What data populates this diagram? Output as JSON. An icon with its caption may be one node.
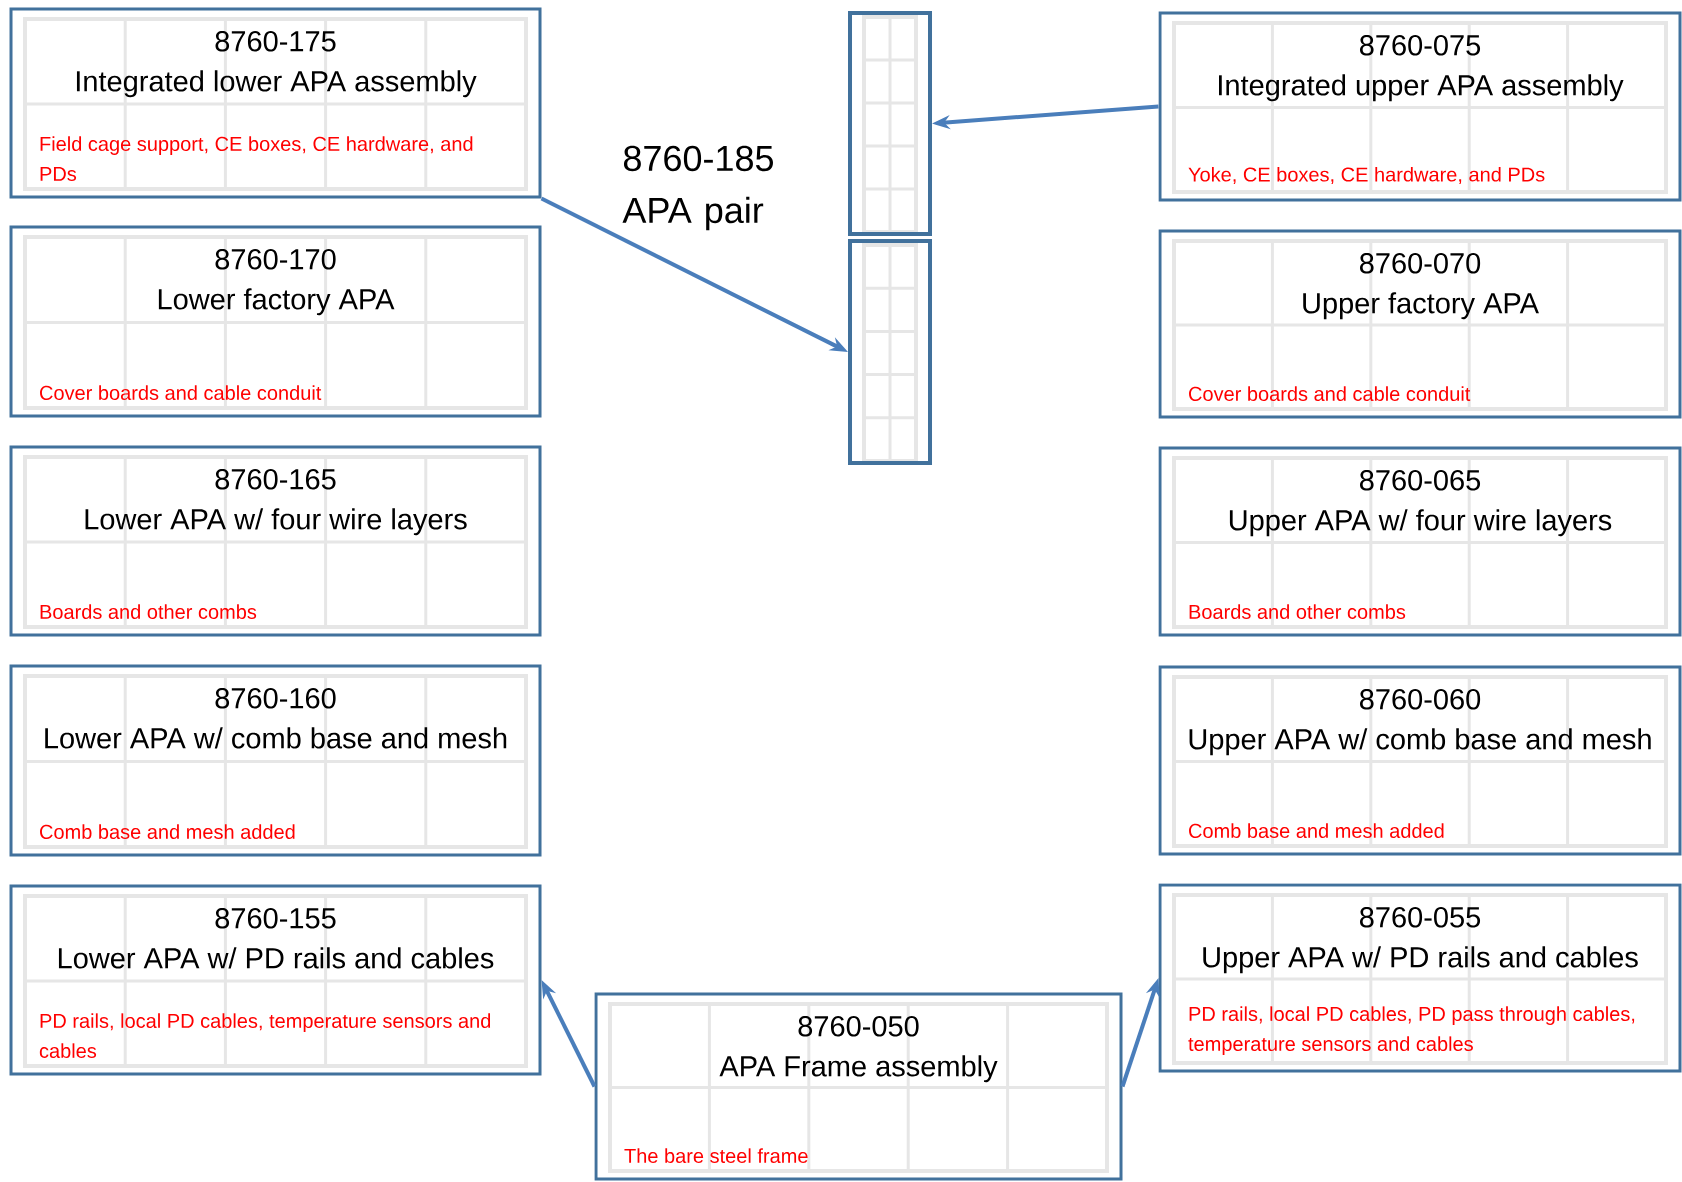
{
  "diagram": {
    "nodes": [
      {
        "text": [
          "8760-175",
          "Integrated lower APA assembly",
          "Field cage support, CE boxes, CE hardware, and PDs"
        ]
      },
      {
        "text": [],
        "shape": "box"
      },
      {
        "text": [
          "8760-075",
          "Integrated upper APA assembly",
          "Yoke, CE boxes, CE hardware, and PDs"
        ]
      },
      {
        "text": [],
        "shape": "box"
      },
      {
        "text": [
          "8760-170",
          "Lower factory APA",
          "Cover boards and cable conduit"
        ]
      },
      {
        "text": [
          "8760-070",
          "Upper factory APA",
          "Cover boards and cable conduit"
        ]
      },
      {
        "text": [
          "8760-165",
          "Lower APA w/ four wire layers",
          "Boards and other combs"
        ]
      },
      {
        "text": [
          "8760-065",
          "Upper APA w/ four wire layers",
          "Boards and other combs"
        ]
      },
      {
        "text": [
          "8760-160",
          "Lower APA w/ comb base and mesh",
          "Comb base and mesh added"
        ]
      },
      {
        "text": [
          "8760-060",
          "Upper APA w/ comb base and mesh",
          "Comb base and mesh added"
        ]
      },
      {
        "text": [
          "8760-155",
          "Lower APA w/ PD rails and cables",
          "PD rails, local PD cables, temperature sensors and cables"
        ]
      },
      {
        "text": [
          "8760-055",
          "Upper APA w/ PD rails and cables",
          "PD rails, local PD cables, PD pass through cables, temperature sensors and cables"
        ]
      },
      {
        "text": [
          "8760-050",
          "APA Frame assembly",
          "The bare steel frame"
        ]
      }
    ],
    "edges": [
      {
        "from": 0,
        "to": 3,
        "arrow": "to"
      },
      {
        "from": 2,
        "to": 1,
        "arrow": "to"
      },
      {
        "from": 12,
        "to": 10,
        "arrow": "to"
      },
      {
        "from": 12,
        "to": 11,
        "arrow": "to"
      }
    ],
    "labels": [
      "8760-185 APA pair"
    ]
  }
}
